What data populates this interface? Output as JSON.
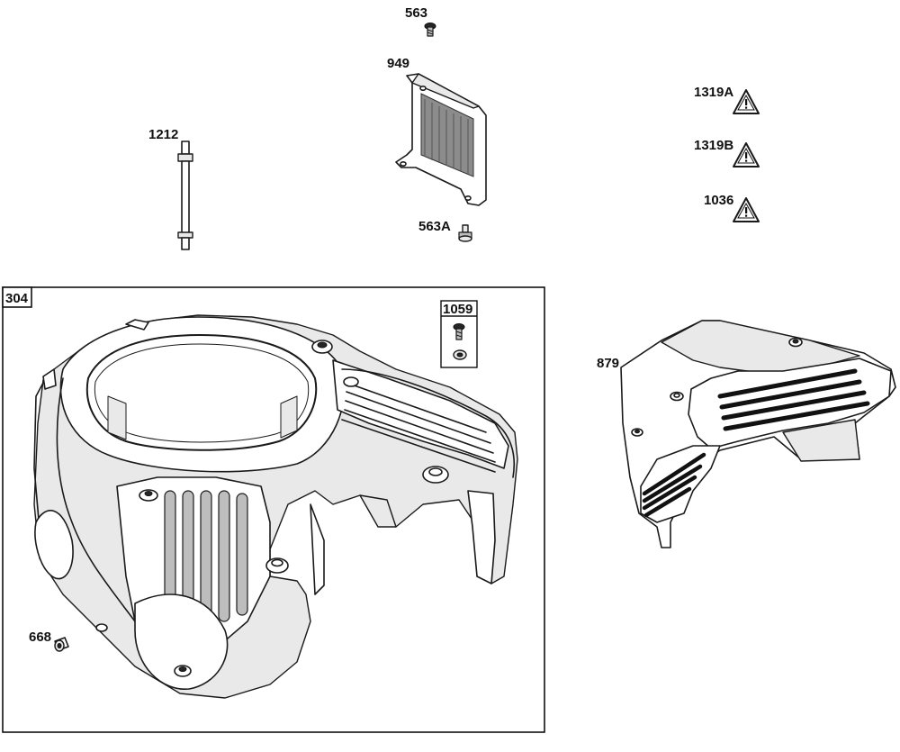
{
  "callouts": {
    "p563": "563",
    "p949": "949",
    "p563a": "563A",
    "p1212": "1212",
    "p1319a": "1319A",
    "p1319b": "1319B",
    "p1036": "1036",
    "p304": "304",
    "p1059": "1059",
    "p879": "879",
    "p668": "668"
  },
  "icons": {
    "warning": "warning-triangle-icon"
  }
}
